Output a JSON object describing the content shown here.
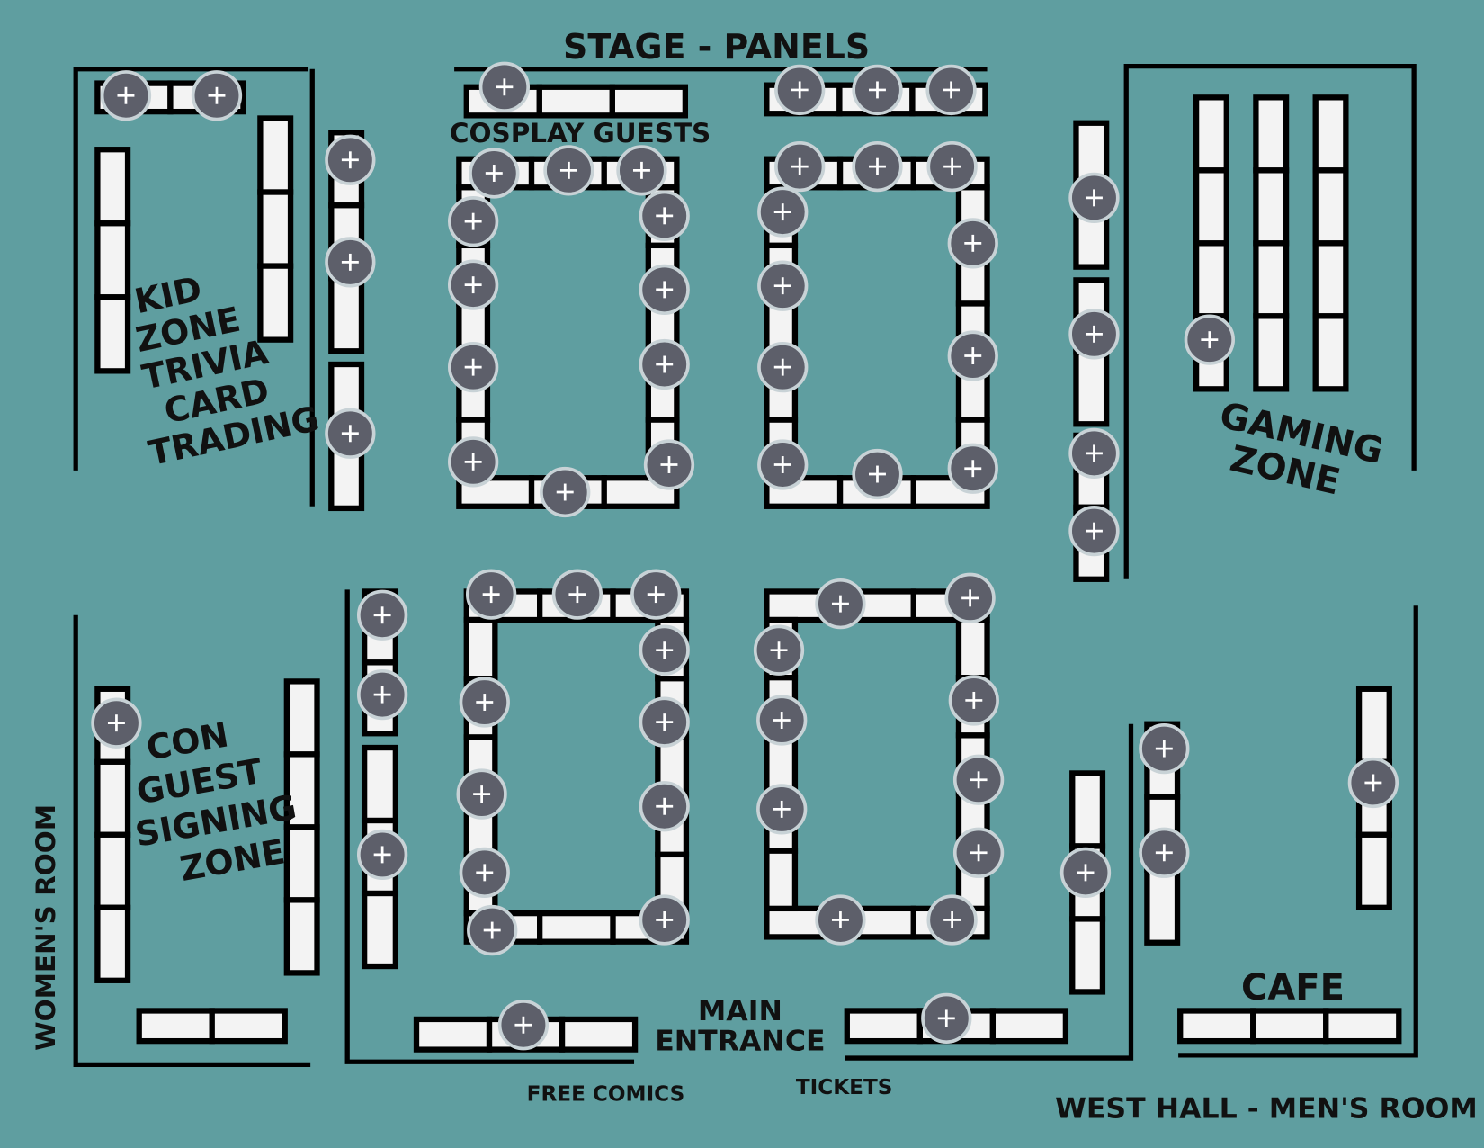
{
  "map": {
    "background_color": "#5f9ea0",
    "pin_color": "#5d5f6a",
    "pin_icon": "plus-icon",
    "labels": {
      "stage": "STAGE - PANELS",
      "cosplay": "COSPLAY GUESTS",
      "kid_zone": [
        "KID",
        "ZONE",
        "TRIVIA",
        "CARD",
        "TRADING"
      ],
      "gaming_zone": [
        "GAMING",
        "ZONE"
      ],
      "con_guest": [
        "CON",
        "GUEST",
        "SIGNING",
        "ZONE"
      ],
      "womens_room": "WOMEN'S ROOM",
      "main_entrance": [
        "MAIN",
        "ENTRANCE"
      ],
      "free_comics": "FREE COMICS",
      "tickets": "TICKETS",
      "cafe": "CAFE",
      "west_hall": "WEST HALL - MEN'S ROOM"
    }
  }
}
